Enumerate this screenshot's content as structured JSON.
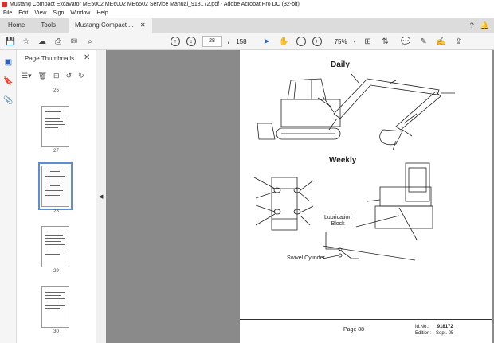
{
  "window": {
    "title": "Mustang Compact Excavator ME5002 ME6002 ME6502 Service Manual_918172.pdf - Adobe Acrobat Pro DC (32-bit)"
  },
  "menu": [
    "File",
    "Edit",
    "View",
    "Sign",
    "Window",
    "Help"
  ],
  "tabs": {
    "home": "Home",
    "tools": "Tools",
    "doc": "Mustang Compact ..."
  },
  "toolbar": {
    "page_current": "28",
    "page_sep": "/",
    "page_total": "158",
    "zoom": "75%"
  },
  "panel": {
    "title": "Page Thumbnails",
    "thumbs": [
      {
        "label": "26"
      },
      {
        "label": "27"
      },
      {
        "label": "28",
        "selected": true
      },
      {
        "label": "29"
      },
      {
        "label": "30"
      }
    ]
  },
  "page": {
    "heading_daily": "Daily",
    "heading_weekly": "Weekly",
    "label_lubrication_1": "Lubrication",
    "label_lubrication_2": "Block",
    "label_swivel": "Swivel Cylinder",
    "footer_page": "Page 88",
    "footer_id_label": "Id.No.:",
    "footer_id_value": "918172",
    "footer_edition_label": "Edition:",
    "footer_edition_value": "Sept. 05"
  },
  "colors": {
    "accent": "#d8312b",
    "selection": "#5a8fd6",
    "canvas": "#8a8a8a"
  }
}
